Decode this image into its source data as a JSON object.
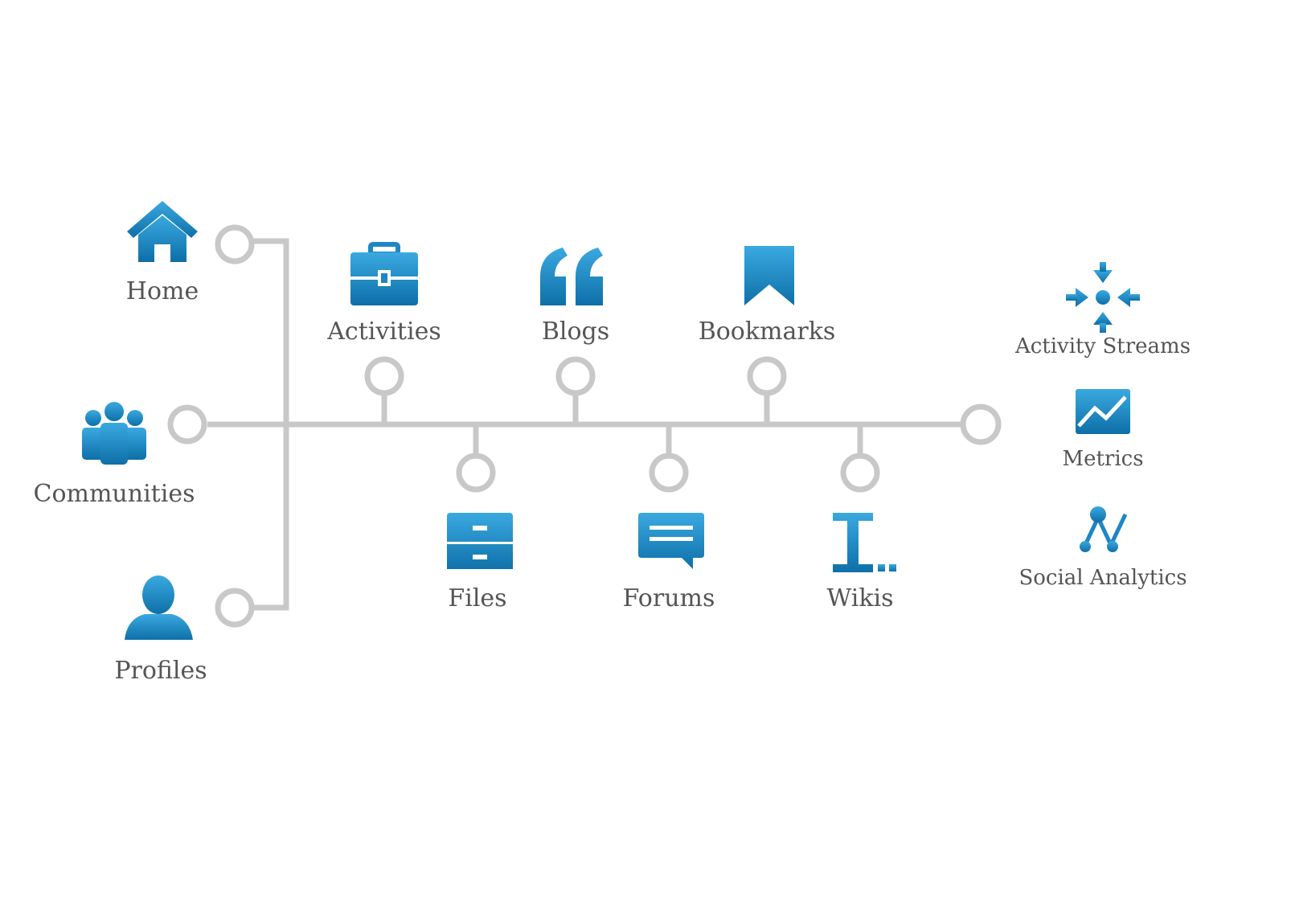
{
  "colors": {
    "connector": "#c8c8c8",
    "icon_light": "#3aa9e0",
    "icon_dark": "#0e6fa8",
    "label": "#555555"
  },
  "nodes": {
    "home": {
      "label": "Home",
      "icon": "house-icon"
    },
    "communities": {
      "label": "Communities",
      "icon": "people-group-icon"
    },
    "profiles": {
      "label": "Profiles",
      "icon": "person-icon"
    },
    "activities": {
      "label": "Activities",
      "icon": "briefcase-icon"
    },
    "blogs": {
      "label": "Blogs",
      "icon": "quote-icon"
    },
    "bookmarks": {
      "label": "Bookmarks",
      "icon": "bookmark-icon"
    },
    "files": {
      "label": "Files",
      "icon": "file-cabinet-icon"
    },
    "forums": {
      "label": "Forums",
      "icon": "speech-bubble-icon"
    },
    "wikis": {
      "label": "Wikis",
      "icon": "text-cursor-icon"
    }
  },
  "extras": {
    "activity_streams": {
      "label": "Activity Streams",
      "icon": "converge-arrows-icon"
    },
    "metrics": {
      "label": "Metrics",
      "icon": "line-chart-icon"
    },
    "social_analytics": {
      "label": "Social Analytics",
      "icon": "network-graph-icon"
    }
  }
}
